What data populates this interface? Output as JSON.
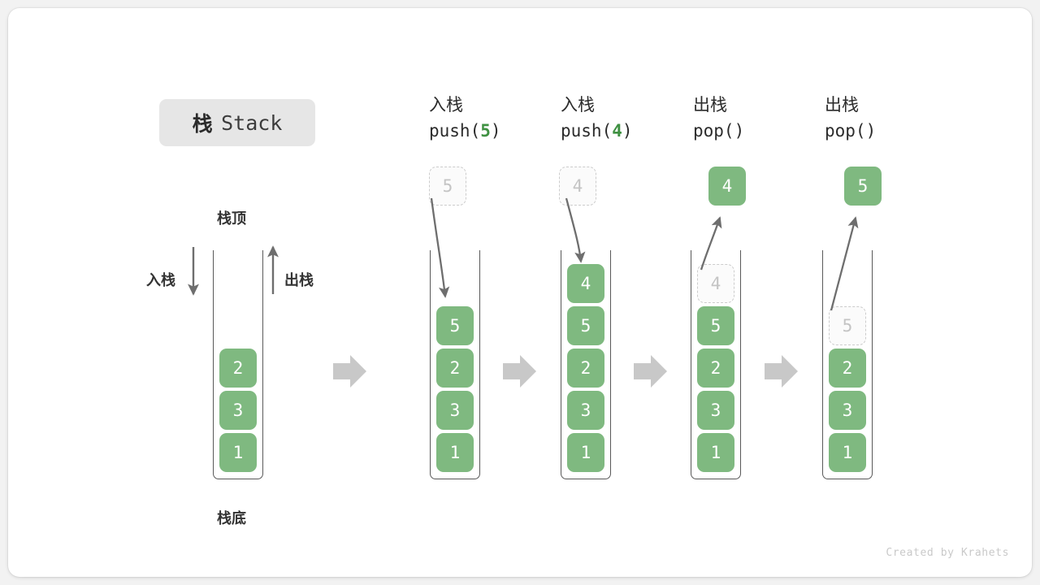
{
  "title": {
    "cn": "栈",
    "en": "Stack"
  },
  "labels": {
    "top": "栈顶",
    "bottom": "栈底",
    "push": "入栈",
    "pop": "出栈"
  },
  "watermark": "Created by Krahets",
  "colors": {
    "element_green": "#7fb980",
    "accent_green": "#3f9142",
    "ghost_border": "#cccccc",
    "ghost_text": "#c4c4c4",
    "arrow_gray": "#6e6e6e",
    "step_arrow_gray": "#c8c8c8",
    "badge_gray": "#e6e6e6",
    "text_dark": "#2b2b2b",
    "card_white": "#ffffff",
    "page_bg": "#f2f2f2"
  },
  "chart_data": {
    "type": "diagram",
    "title": "栈 Stack",
    "description": "栈的入栈与出栈操作示意图",
    "initial_stack": [
      "2",
      "3",
      "1"
    ],
    "steps": [
      {
        "op_cn": "入栈",
        "op_code": "push(",
        "op_arg": "5",
        "op_code_close": ")",
        "floating_box": {
          "value": "5",
          "style": "ghost",
          "position": "above"
        },
        "stack": [
          {
            "value": "5",
            "style": "solid"
          },
          {
            "value": "2",
            "style": "solid"
          },
          {
            "value": "3",
            "style": "solid"
          },
          {
            "value": "1",
            "style": "solid"
          }
        ]
      },
      {
        "op_cn": "入栈",
        "op_code": "push(",
        "op_arg": "4",
        "op_code_close": ")",
        "floating_box": {
          "value": "4",
          "style": "ghost",
          "position": "above"
        },
        "stack": [
          {
            "value": "4",
            "style": "solid"
          },
          {
            "value": "5",
            "style": "solid"
          },
          {
            "value": "2",
            "style": "solid"
          },
          {
            "value": "3",
            "style": "solid"
          },
          {
            "value": "1",
            "style": "solid"
          }
        ]
      },
      {
        "op_cn": "出栈",
        "op_code": "pop(",
        "op_arg": "",
        "op_code_close": ")",
        "floating_box": {
          "value": "4",
          "style": "solid",
          "position": "above"
        },
        "stack": [
          {
            "value": "4",
            "style": "ghost"
          },
          {
            "value": "5",
            "style": "solid"
          },
          {
            "value": "2",
            "style": "solid"
          },
          {
            "value": "3",
            "style": "solid"
          },
          {
            "value": "1",
            "style": "solid"
          }
        ]
      },
      {
        "op_cn": "出栈",
        "op_code": "pop(",
        "op_arg": "",
        "op_code_close": ")",
        "floating_box": {
          "value": "5",
          "style": "solid",
          "position": "above"
        },
        "stack": [
          {
            "value": "5",
            "style": "ghost"
          },
          {
            "value": "2",
            "style": "solid"
          },
          {
            "value": "3",
            "style": "solid"
          },
          {
            "value": "1",
            "style": "solid"
          }
        ]
      }
    ]
  }
}
